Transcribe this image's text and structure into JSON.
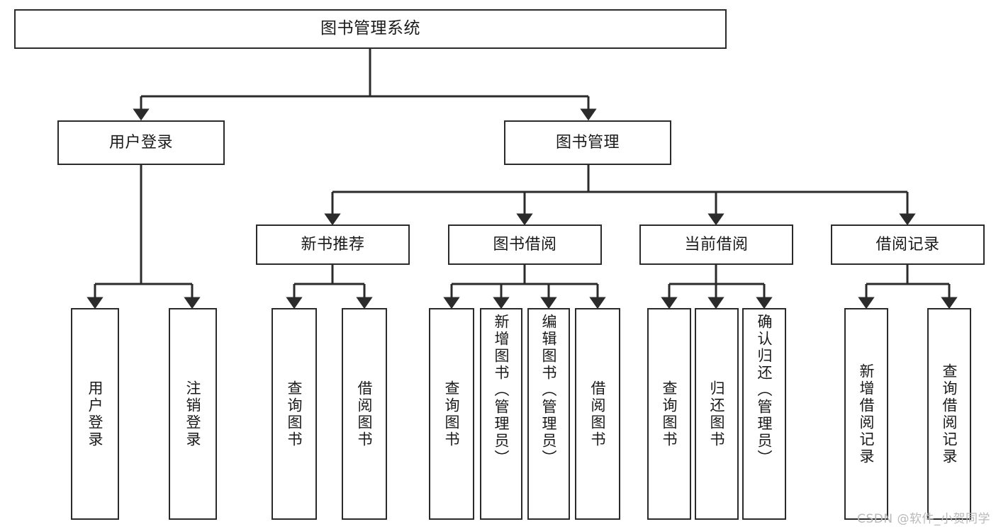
{
  "diagram": {
    "type": "tree-hierarchy",
    "title": "图书管理系统",
    "watermark": "CSDN @软件_小贺同学",
    "colors": {
      "box_border": "#2b2b2b",
      "box_fill": "#ffffff",
      "connector": "#2b2b2b",
      "text": "#1a1a1a",
      "watermark": "#b9b9b9",
      "background": "#ffffff"
    },
    "levels": {
      "root": {
        "label": "图书管理系统"
      },
      "level2": [
        {
          "id": "user-login",
          "label": "用户登录"
        },
        {
          "id": "book-manage",
          "label": "图书管理"
        }
      ],
      "level3": [
        {
          "id": "new-book-recommend",
          "label": "新书推荐",
          "parent": "book-manage"
        },
        {
          "id": "book-borrow",
          "label": "图书借阅",
          "parent": "book-manage"
        },
        {
          "id": "current-borrow",
          "label": "当前借阅",
          "parent": "book-manage"
        },
        {
          "id": "borrow-record",
          "label": "借阅记录",
          "parent": "book-manage"
        }
      ],
      "leaves": {
        "user-login": [
          {
            "id": "leaf-user-login",
            "label": "用户登录"
          },
          {
            "id": "leaf-user-logout",
            "label": "注销登录"
          }
        ],
        "new-book-recommend": [
          {
            "id": "leaf-query-book-1",
            "label": "查询图书"
          },
          {
            "id": "leaf-borrow-book-1",
            "label": "借阅图书"
          }
        ],
        "book-borrow": [
          {
            "id": "leaf-query-book-2",
            "label": "查询图书"
          },
          {
            "id": "leaf-add-book",
            "label": "新增图书（管理员）"
          },
          {
            "id": "leaf-edit-book",
            "label": "编辑图书（管理员）"
          },
          {
            "id": "leaf-borrow-book-2",
            "label": "借阅图书"
          }
        ],
        "current-borrow": [
          {
            "id": "leaf-query-book-3",
            "label": "查询图书"
          },
          {
            "id": "leaf-return-book",
            "label": "归还图书"
          },
          {
            "id": "leaf-confirm-return",
            "label": "确认归还（管理员）"
          }
        ],
        "borrow-record": [
          {
            "id": "leaf-add-record",
            "label": "新增借阅记录"
          },
          {
            "id": "leaf-query-record",
            "label": "查询借阅记录"
          }
        ]
      }
    }
  }
}
